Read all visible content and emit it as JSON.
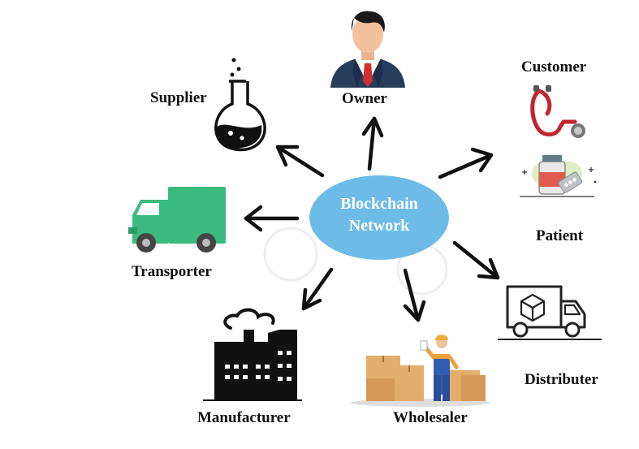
{
  "center": {
    "line1": "Blockchain",
    "line2": "Network",
    "fill": "#6dbce8"
  },
  "nodes": {
    "supplier": "Supplier",
    "owner": "Owner",
    "customer": "Customer",
    "patient": "Patient",
    "transporter": "Transporter",
    "distributer": "Distributer",
    "manufacturer": "Manufacturer",
    "wholesaler": "Wholesaler"
  },
  "colors": {
    "truck_green": "#3aba7f",
    "suit_navy": "#263d5c",
    "tie_red": "#d32f2f",
    "stethoscope_red": "#c2262e",
    "box_tan": "#e0a865",
    "arrow": "#111111"
  },
  "icons": [
    "flask-icon",
    "owner-avatar-icon",
    "stethoscope-icon",
    "medicine-icon",
    "truck-icon",
    "delivery-truck-icon",
    "factory-icon",
    "warehouse-worker-icon"
  ]
}
